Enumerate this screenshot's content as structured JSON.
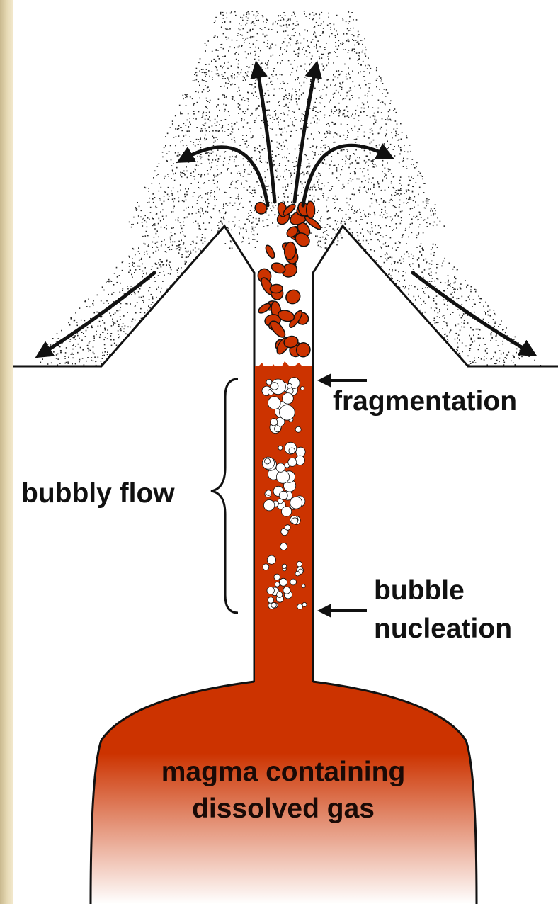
{
  "labels": {
    "fragmentation": "fragmentation",
    "bubbly_flow": "bubbly flow",
    "bubble_line1": "bubble",
    "bubble_line2": "nucleation",
    "magma_line1": "magma containing",
    "magma_line2": "dissolved gas"
  },
  "colors": {
    "magma": "#cc3300",
    "ash_dots": "#222222",
    "outline": "#111111",
    "background": "#ffffff"
  }
}
